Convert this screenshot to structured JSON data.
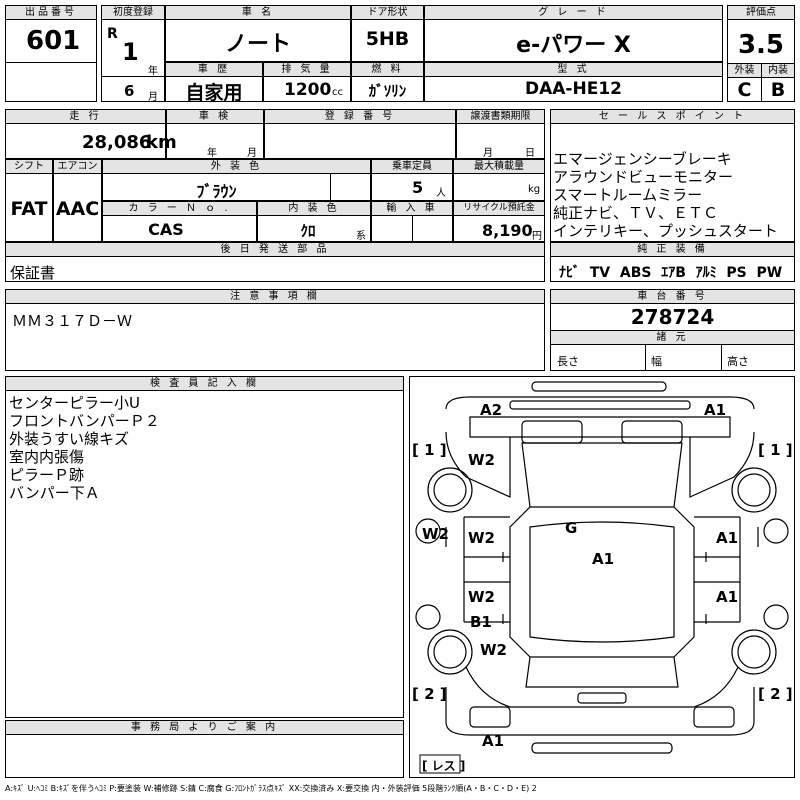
{
  "header": {
    "lot_label": "出品番号",
    "lot": "601",
    "first_reg_label": "初度登録",
    "era": "R",
    "year": "1",
    "year_unit": "年",
    "month": "6",
    "month_unit": "月",
    "name_label": "車 名",
    "name": "ノート",
    "door_label": "ドア形状",
    "door": "5HB",
    "grade_label": "グ レ ー ド",
    "grade": "e-パワー X",
    "score_label": "評価点",
    "score": "3.5",
    "ext_label": "外装",
    "int_label": "内装",
    "ext": "C",
    "int": "B",
    "history_label": "車 歴",
    "history": "自家用",
    "displacement_label": "排 気 量",
    "displacement": "1200",
    "cc": "cc",
    "fuel_label": "燃 料",
    "fuel": "ｶﾞｿﾘﾝ",
    "model_label": "型 式",
    "model": "DAA-HE12"
  },
  "row2": {
    "mileage_label": "走 行",
    "mileage": "28,086",
    "km": "km",
    "inspection_label": "車 検",
    "insp_year": "年",
    "insp_month": "月",
    "regno_label": "登 録 番 号",
    "transfer_label": "譲渡書類期限",
    "transfer_month": "月",
    "transfer_day": "日",
    "shift_label": "シフト",
    "shift": "FAT",
    "ac_label": "エアコン",
    "ac": "AAC",
    "color_label": "外 装 色",
    "color": "ﾌﾞﾗｳﾝ",
    "capacity_label": "乗車定員",
    "capacity": "5",
    "capacity_unit": "人",
    "maxload_label": "最大積載量",
    "maxload_unit": "kg",
    "colorno_label": "カ ラ ー Ｎ ｏ .",
    "colorno": "CAS",
    "interior_label": "内 装 色",
    "interior": "ｸﾛ",
    "interior_unit": "系",
    "import_label": "輸 入 車",
    "recycle_label": "リサイクル預託金",
    "recycle": "8,190",
    "recycle_unit": "円",
    "later_label": "後 日 発 送 部 品",
    "later": "保証書"
  },
  "sales": {
    "label": "セ ー ル ス ポ イ ン ト",
    "points": [
      "エマージェンシーブレーキ",
      "アラウンドビューモニター",
      "スマートルームミラー",
      "純正ナビ、ＴＶ、ＥＴＣ",
      "インテリキー、プッシュスタート"
    ],
    "equip_label": "純 正 装 備",
    "equipment": [
      "ﾅﾋﾞ",
      "TV",
      "ABS",
      "ｴｱB",
      "ｱﾙﾐ",
      "PS",
      "PW"
    ]
  },
  "notes": {
    "label": "注 意 事 項 欄",
    "text": "ＭＭ３１７Ｄ－Ｗ"
  },
  "chassis": {
    "label": "車 台 番 号",
    "number": "278724",
    "spec_label": "諸 元",
    "length": "長さ",
    "width": "幅",
    "height": "高さ"
  },
  "inspector": {
    "label": "検 査 員 記 入 欄",
    "lines": [
      "センターピラー小U",
      "フロントバンパーＰ２",
      "外装うすい線キズ",
      "室内内張傷",
      "ピラーＰ跡",
      "バンパー下Ａ"
    ]
  },
  "office": {
    "label": "事 務 局 よ り ご 案 内"
  },
  "diagram": {
    "a2": "A2",
    "a1_front": "A1",
    "bracket1_l": "[ 1 ]",
    "bracket1_r": "[ 1 ]",
    "w2_fl": "W2",
    "w2_left": "W2",
    "w2_fd": "W2",
    "w2_rd": "W2",
    "w2_rl": "W2",
    "g": "G",
    "a1_roof": "A1",
    "a1_fdr": "A1",
    "a1_rdr": "A1",
    "b1": "B1",
    "bracket2_l": "[ 2 ]",
    "bracket2_r": "[ 2 ]",
    "a1_rear": "A1",
    "res": "[ レス ]"
  },
  "legend": "A:ｷｽﾞ U:ﾍｺﾐ B:ｷｽﾞを伴うﾍｺﾐ P:要塗装 W:補修跡 S:錆 C:腐食 G:ﾌﾛﾝﾄｶﾞﾗｽ点ｷｽﾞ XX:交換済み X:要交換 内・外装評価 5段階ﾗﾝｸ順(A・B・C・D・E) 2"
}
